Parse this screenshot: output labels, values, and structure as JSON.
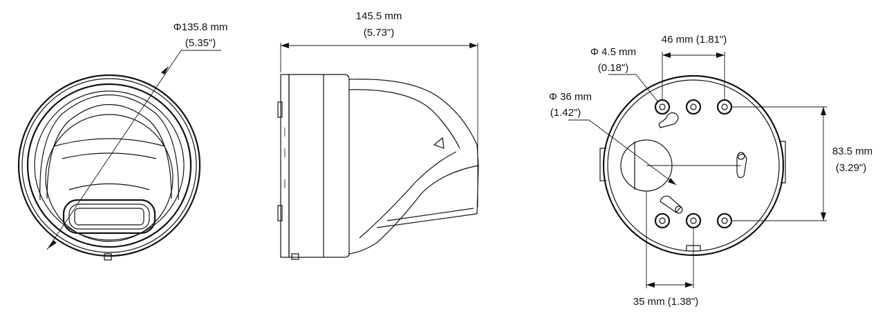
{
  "front_view": {
    "diameter_mm": "Φ135.8 mm",
    "diameter_in": "(5.35\")"
  },
  "side_view": {
    "depth_mm": "145.5 mm",
    "depth_in": "(5.73\")"
  },
  "base_view": {
    "hole_diameter_mm": "Φ 4.5 mm",
    "hole_diameter_in": "(0.18\")",
    "center_hole_mm": "Φ 36 mm",
    "center_hole_in": "(1.42\")",
    "top_spacing": "46 mm (1.81\")",
    "height_mm": "83.5 mm",
    "height_in": "(3.29\")",
    "bottom_spacing": "35 mm (1.38\")"
  }
}
